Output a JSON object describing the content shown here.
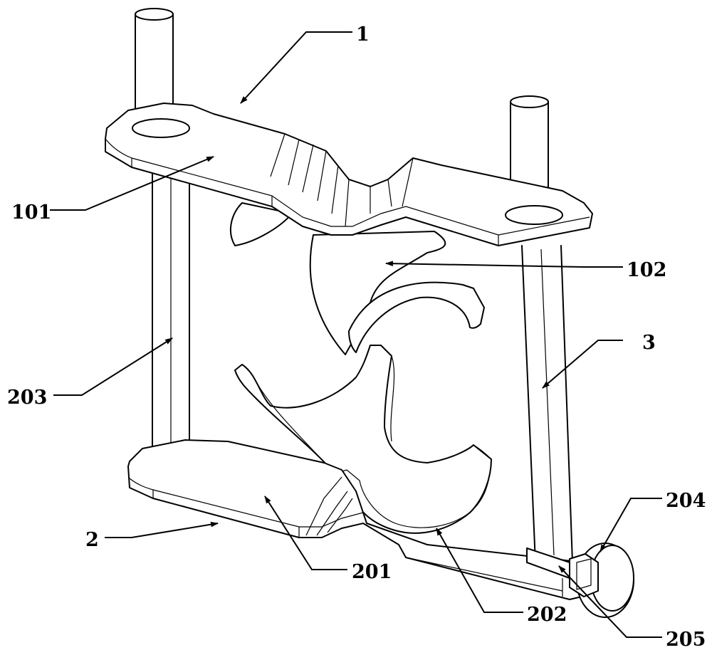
{
  "callouts": {
    "c1": "1",
    "c101": "101",
    "c102": "102",
    "c2": "2",
    "c201": "201",
    "c202": "202",
    "c203": "203",
    "c204": "204",
    "c205": "205",
    "c3": "3"
  },
  "colors": {
    "line": "#000000",
    "background": "#ffffff"
  }
}
